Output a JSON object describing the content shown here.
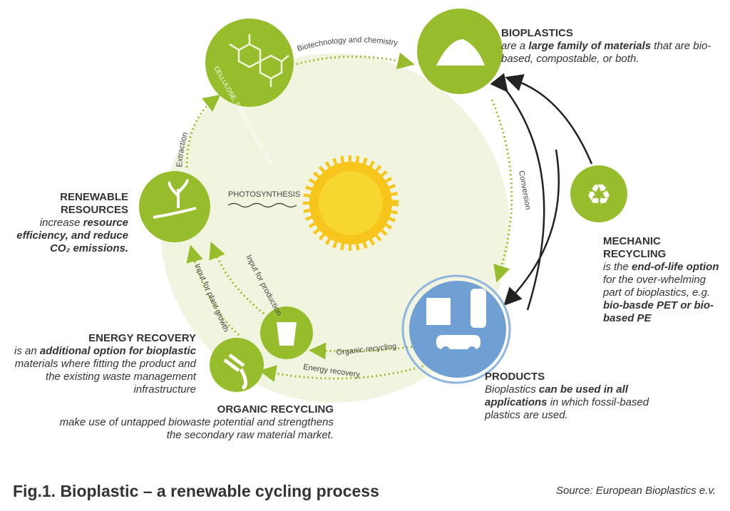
{
  "arrows": {
    "biotech": "Biotechnology and chemistry",
    "extraction": "Extraction",
    "conversion": "Conversion",
    "photosynthesis": "PHOTOSYNTHESIS",
    "input_production": "Input for production",
    "input_plant": "Input for plant growth",
    "organic_recycling": "Organic recycling",
    "energy_recovery": "Energy recovery"
  },
  "molecule_text": "CELLULOSE, STARCH, SUGAR, OILS",
  "bioplastics": {
    "title": "BIOPLASTICS",
    "t1": "are a ",
    "t2": "large family of materials",
    "t3": " that are bio-based, compostable, or both."
  },
  "renewable": {
    "title1": "RENEWABLE",
    "title2": "RESOURCES",
    "t1": "increase ",
    "t2": "resource efficiency, and reduce CO₂ emissions."
  },
  "mechanic": {
    "title1": "MECHANIC",
    "title2": "RECYCLING",
    "t1": "is the ",
    "t2": "end-of-life option",
    "t3": " for the over-whelming part of bioplastics, e.g. ",
    "t4": "bio-basde PET or bio-based PE"
  },
  "energy": {
    "title": "ENERGY RECOVERY",
    "t1": "is an ",
    "t2": "additional option for bioplastic",
    "t3": " materials where fitting the product and the existing waste management infrastructure"
  },
  "organic": {
    "title": "ORGANIC RECYCLING",
    "t1": "make use of untapped biowaste potential and strengthens the secondary raw material market."
  },
  "products": {
    "title": "PRODUCTS",
    "t1": "Bioplastics ",
    "t2": "can be used in all applications",
    "t3": " in which fossil-based plastics are used."
  },
  "caption": "Fig.1. Bioplastic – a renewable cycling process",
  "source": "Source: European Bioplastics e.v.",
  "colors": {
    "green": "#97bd2d",
    "pale": "#f1f5df",
    "blue": "#6f9fd3",
    "sun": "#f7c51b"
  }
}
